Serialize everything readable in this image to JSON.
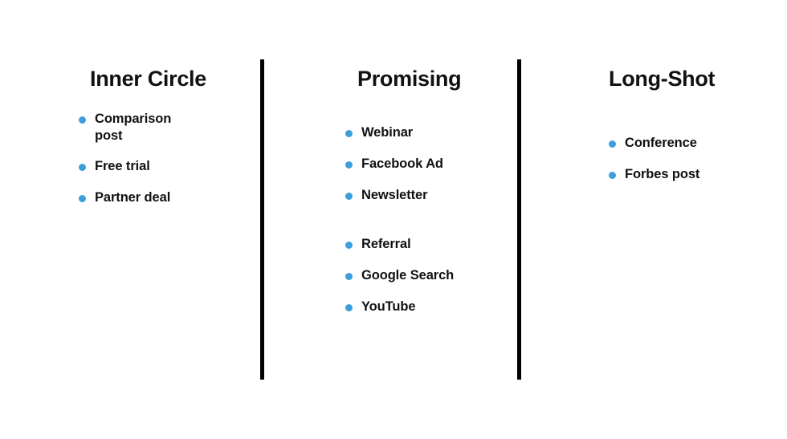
{
  "slide": {
    "background_color": "#ffffff",
    "text_color": "#111111",
    "bullet_color": "#3c9fdc",
    "divider_color": "#000000"
  },
  "columns": [
    {
      "id": "inner-circle",
      "heading": "Inner Circle",
      "groups": [
        {
          "items": [
            {
              "label": "Comparison post"
            },
            {
              "label": "Free trial"
            },
            {
              "label": "Partner deal"
            }
          ]
        }
      ]
    },
    {
      "id": "promising",
      "heading": "Promising",
      "groups": [
        {
          "items": [
            {
              "label": "Webinar"
            },
            {
              "label": "Facebook Ad"
            },
            {
              "label": "Newsletter"
            }
          ]
        },
        {
          "items": [
            {
              "label": "Referral"
            },
            {
              "label": "Google Search"
            },
            {
              "label": "YouTube"
            }
          ]
        }
      ]
    },
    {
      "id": "long-shot",
      "heading": "Long-Shot",
      "groups": [
        {
          "items": [
            {
              "label": "Conference"
            },
            {
              "label": "Forbes post"
            }
          ]
        }
      ]
    }
  ]
}
